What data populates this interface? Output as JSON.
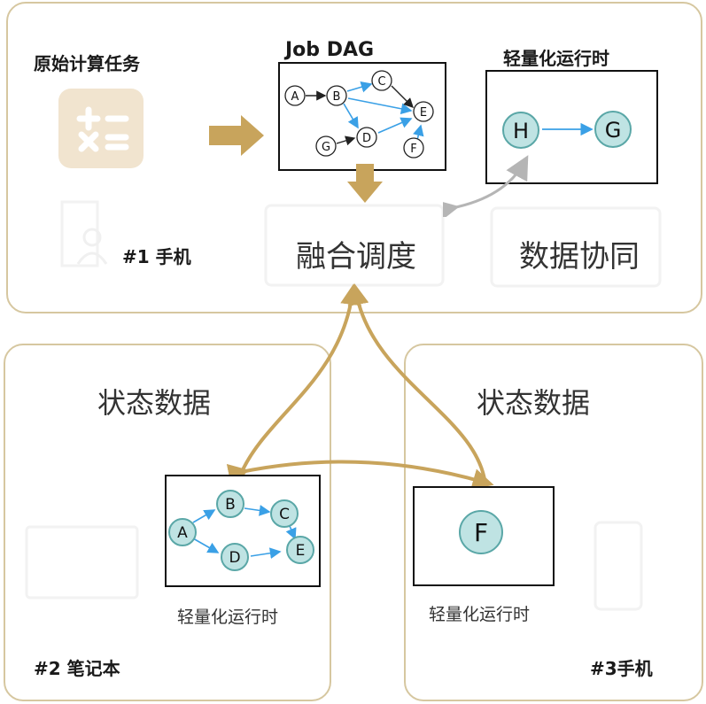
{
  "top": {
    "original_tasks_title": "原始计算任务",
    "job_dag_title": "Job DAG",
    "light_runtime_title": "轻量化运行时",
    "device_label": "#1 手机",
    "fusion_label": "融合调度",
    "data_sync_label": "数据协同",
    "dag_nodes": [
      "A",
      "B",
      "C",
      "D",
      "E",
      "F",
      "G"
    ],
    "runtime_nodes": [
      "H",
      "G"
    ]
  },
  "left": {
    "state_label": "状态数据",
    "runtime_label": "轻量化运行时",
    "device_label": "#2 笔记本",
    "nodes": [
      "A",
      "B",
      "C",
      "D",
      "E"
    ]
  },
  "right": {
    "state_label": "状态数据",
    "runtime_label": "轻量化运行时",
    "device_label": "#3手机",
    "nodes": [
      "F"
    ]
  },
  "colors": {
    "panel_border": "#d6c7a0",
    "gold_arrow": "#c8a45c",
    "node_fill": "#bfe3e3",
    "node_stroke": "#5aa7a7",
    "edge_blue": "#3aa0e6"
  }
}
